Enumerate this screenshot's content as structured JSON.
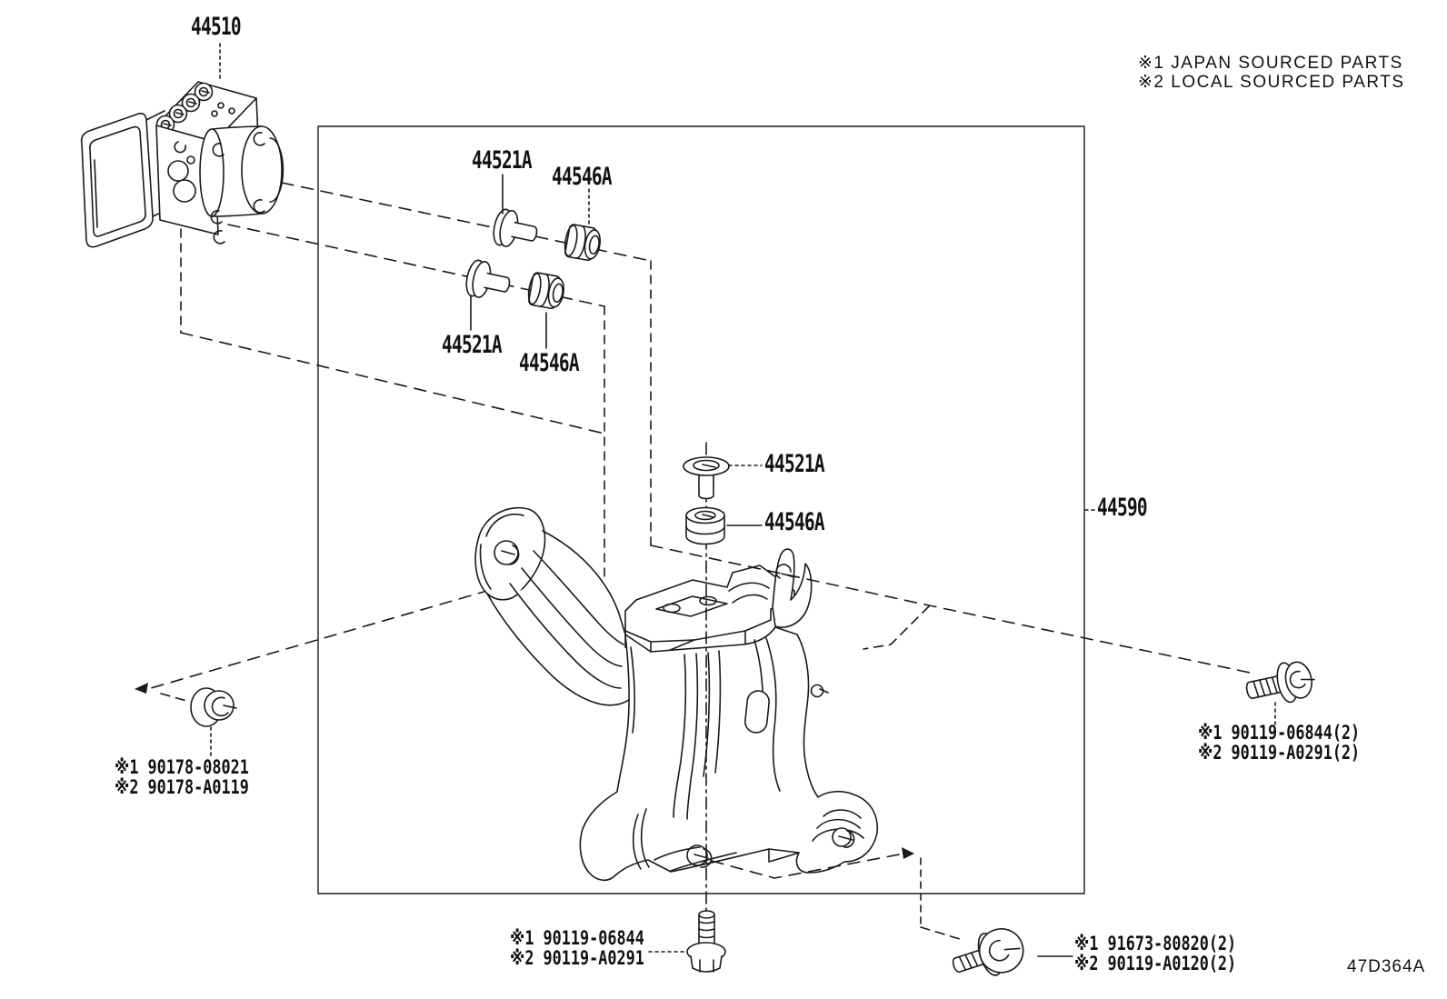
{
  "legend": {
    "line1": "※1 JAPAN SOURCED PARTS",
    "line2": "※2 LOCAL SOURCED PARTS"
  },
  "callouts": {
    "actuator": "44510",
    "bracket": "44590",
    "pin_top": "44521A",
    "grommet_top": "44546A",
    "pin_mid": "44521A",
    "grommet_mid": "44546A",
    "pin_center": "44521A",
    "grommet_center": "44546A"
  },
  "fasteners": {
    "nut_left": {
      "japan": "※1 90178-08021",
      "local": "※2 90178-A0119"
    },
    "bolt_right": {
      "japan": "※1 90119-06844(2)",
      "local": "※2 90119-A0291(2)"
    },
    "bolt_bottom_center": {
      "japan": "※1 90119-06844",
      "local": "※2 90119-A0291"
    },
    "bolt_bottom_right": {
      "japan": "※1 91673-80820(2)",
      "local": "※2 90119-A0120(2)"
    }
  },
  "figure_code": "47D364A",
  "colors": {
    "line": "#1a1a1a",
    "background": "#ffffff"
  }
}
